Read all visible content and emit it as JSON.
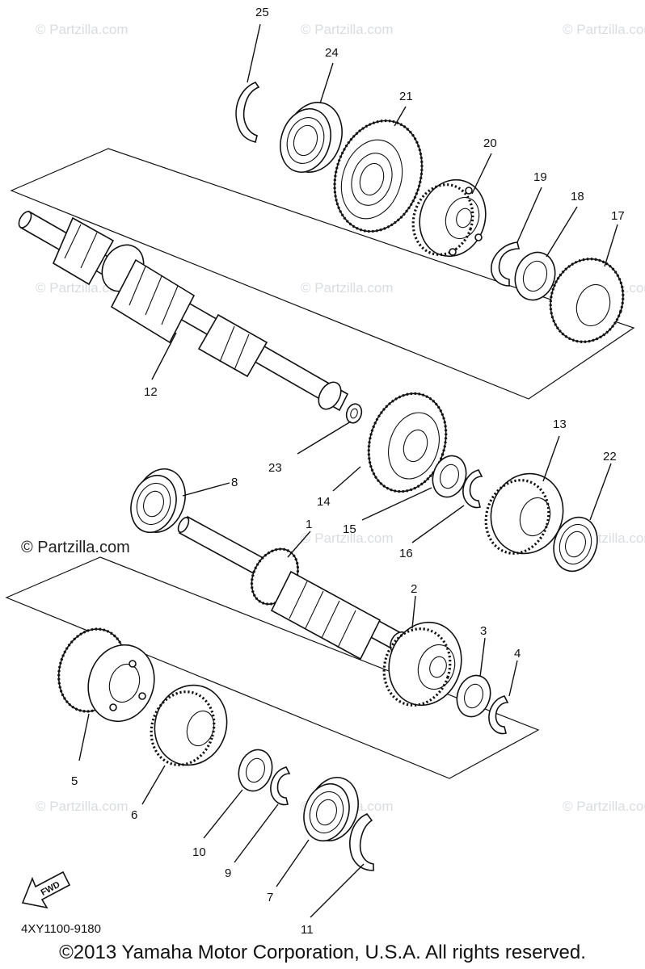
{
  "watermark": {
    "faint": "© Partzilla.com",
    "main": "© Partzilla.com"
  },
  "fwd_label": "FWD",
  "diagram_code": "4XY1100-9180",
  "copyright": "©2013 Yamaha Motor Corporation, U.S.A. All rights reserved.",
  "callouts": {
    "p1": "1",
    "p2": "2",
    "p3": "3",
    "p4": "4",
    "p5": "5",
    "p6": "6",
    "p7": "7",
    "p8": "8",
    "p9": "9",
    "p10": "10",
    "p11": "11",
    "p12": "12",
    "p13": "13",
    "p14": "14",
    "p15": "15",
    "p16": "16",
    "p17": "17",
    "p18": "18",
    "p19": "19",
    "p20": "20",
    "p21": "21",
    "p22": "22",
    "p23": "23",
    "p24": "24",
    "p25": "25"
  }
}
